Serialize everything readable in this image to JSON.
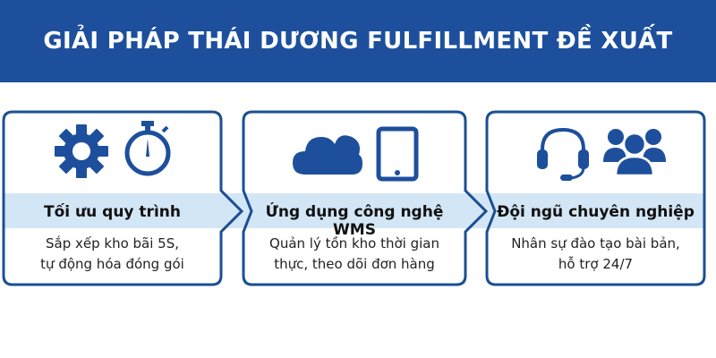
{
  "header": {
    "title": "GIẢI PHÁP THÁI DƯƠNG FULFILLMENT ĐỀ XUẤT"
  },
  "colors": {
    "primary": "#1d4f9c",
    "band": "#d3e6f5",
    "border": "#1b4f93"
  },
  "steps": [
    {
      "title": "Tối ưu quy trình",
      "desc_line1": "Sắp xếp kho bãi 5S,",
      "desc_line2": "tự động hóa đóng gói",
      "icons": [
        "gear-icon",
        "stopwatch-icon"
      ]
    },
    {
      "title": "Ứng dụng công nghệ WMS",
      "desc_line1": "Quản lý tồn kho thời gian",
      "desc_line2": "thực, theo dõi đơn hàng",
      "icons": [
        "cloud-icon",
        "tablet-icon"
      ]
    },
    {
      "title": "Đội ngũ chuyên nghiệp",
      "desc_line1": "Nhân sự đào tạo bài bản,",
      "desc_line2": "hỗ trợ 24/7",
      "icons": [
        "headset-icon",
        "team-icon"
      ]
    }
  ]
}
